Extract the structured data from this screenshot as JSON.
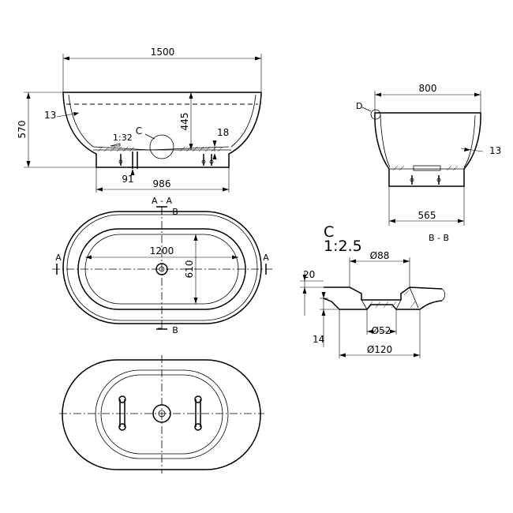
{
  "section_a": {
    "width_label": "1500",
    "height_label": "570",
    "depth_label": "445",
    "wall_label": "13",
    "slope_label": "1:32",
    "detail_ref": "C",
    "base_label": "986",
    "base_thickness_label": "18",
    "drain_label": "91",
    "title": "A - A"
  },
  "section_b": {
    "width_label": "800",
    "base_label": "565",
    "wall_label": "13",
    "detail_ref": "D",
    "title": "B - B"
  },
  "plan_view": {
    "length_label": "1200",
    "width_label": "610",
    "mark_a_left": "A",
    "mark_a_right": "A",
    "mark_b_top": "B",
    "mark_b_bottom": "B"
  },
  "detail_c": {
    "name": "C",
    "scale": "1:2.5",
    "top_dia": "Ø88",
    "bottom_dia": "Ø52",
    "outer_dia": "Ø120",
    "top_dim": "20",
    "bottom_dim": "14"
  },
  "bottom_view": {}
}
